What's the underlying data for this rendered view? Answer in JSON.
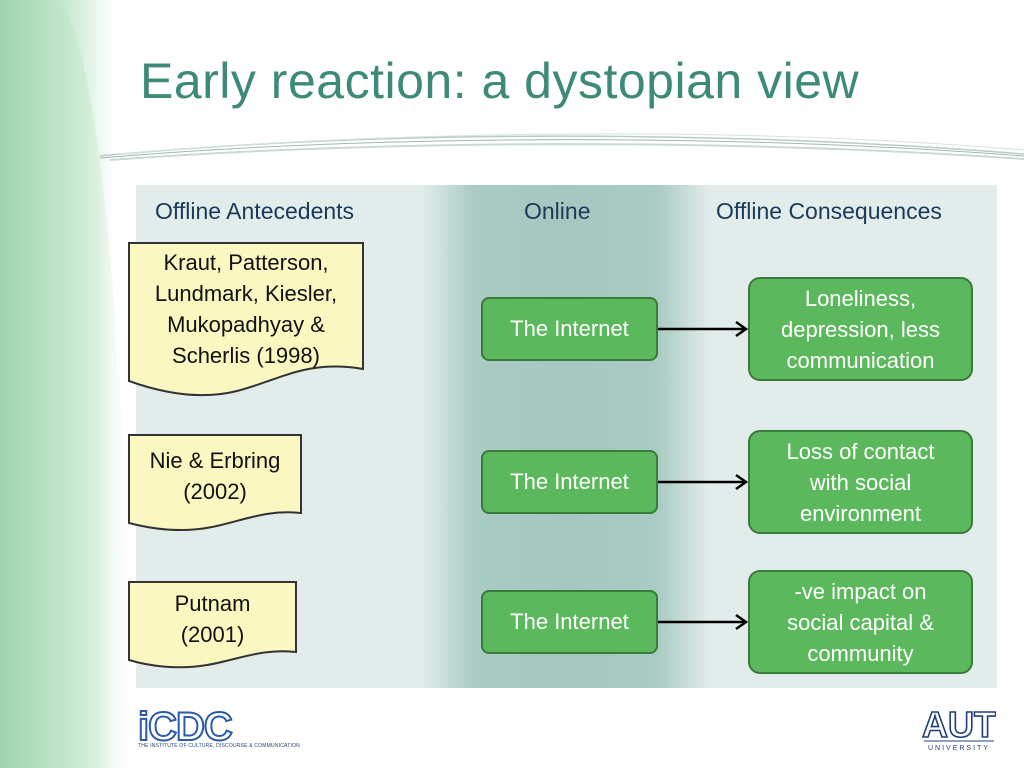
{
  "title": "Early reaction: a dystopian view",
  "columns": {
    "left": "Offline Antecedents",
    "middle": "Online",
    "right": "Offline Consequences"
  },
  "rows": [
    {
      "source": "Kraut, Patterson, Lundmark, Kiesler, Mukopadhyay & Scherlis (1998)",
      "source_lines": [
        "Kraut, Patterson,",
        "Lundmark, Kiesler,",
        "Mukopadhyay &",
        "Scherlis (1998)"
      ],
      "online": "The Internet",
      "consequence_lines": [
        "Loneliness,",
        "depression, less",
        "communication"
      ]
    },
    {
      "source": "Nie & Erbring (2002)",
      "source_lines": [
        "Nie & Erbring",
        "(2002)"
      ],
      "online": "The Internet",
      "consequence_lines": [
        "Loss of contact",
        "with social",
        "environment"
      ]
    },
    {
      "source": "Putnam (2001)",
      "source_lines": [
        "Putnam",
        "(2001)"
      ],
      "online": "The Internet",
      "consequence_lines": [
        "-ve impact on",
        "social capital &",
        "community"
      ]
    }
  ],
  "logos": {
    "left": "iCDC",
    "left_subtitle": "THE INSTITUTE OF CULTURE, DISCOURSE & COMMUNICATION",
    "right": "AUT",
    "right_subtitle": "UNIVERSITY"
  },
  "colors": {
    "title": "#3d8a78",
    "node_fill": "#5cb85c",
    "node_border": "#3a7a3a",
    "doc_fill": "#fbf7c0",
    "panel": "#e2ecea"
  }
}
